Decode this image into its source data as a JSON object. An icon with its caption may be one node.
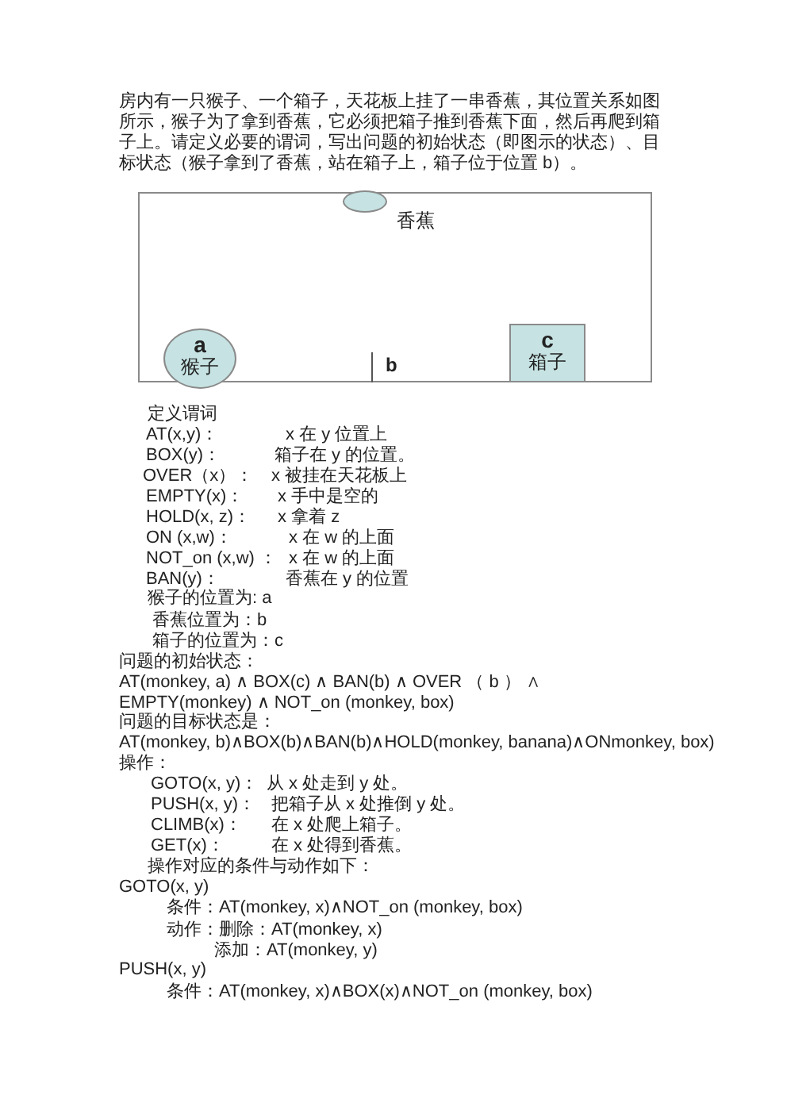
{
  "diagram": {
    "nodes": [
      {
        "text": [],
        "shape": "box"
      },
      {
        "text": [],
        "shape": "ellipse",
        "beside": [
          "香蕉"
        ],
        "in": 0
      },
      {
        "text": [
          "a",
          "猴子"
        ],
        "in": 0
      },
      {
        "text": [
          "c",
          "箱子"
        ],
        "in": 0
      }
    ],
    "labels": [
      "房内有一只猴子、一个箱子，天花板上挂了一串香蕉，其位置关系如图所示，猴子为了拿到香蕉，它必须把箱子推到香蕉下面，然后再爬到箱子上。请定义必要的谓词，写出问题的初始状态（即图示的状态）、目标状态（猴子拿到了香蕉，站在箱子上，箱子位于位置 b）。",
      "b",
      "定义谓词",
      "AT(x,y)：",
      "x 在 y 位置上",
      "BOX(y)：",
      "箱子在 y 的位置。",
      "OVER（x）：",
      "x 被挂在天花板上",
      "EMPTY(x)：",
      "x 手中是空的",
      "HOLD(x, z)：",
      "x 拿着 z",
      "ON (x,w)：",
      "x 在 w 的上面",
      "NOT_on (x,w) ：",
      "x 在 w 的上面",
      "BAN(y)：",
      "香蕉在 y 的位置",
      "猴子的位置为: a",
      "香蕉位置为：b",
      "箱子的位置为：c",
      "问题的初始状态：",
      "AT(monkey,  a) ∧ BOX(c)   ∧ BAN(b)   ∧ OVER （ b ） ∧ EMPTY(monkey) ∧ NOT_on (monkey, box)",
      "问题的目标状态是：",
      "AT(monkey, b)∧BOX(b)∧BAN(b)∧HOLD(monkey, banana)∧ONmonkey, box)",
      "操作：",
      "GOTO(x, y)：",
      "从 x 处走到 y 处。",
      "PUSH(x, y)：",
      "把箱子从 x 处推倒 y 处。",
      "CLIMB(x)：",
      "在 x 处爬上箱子。",
      "GET(x)：",
      "在 x 处得到香蕉。",
      "操作对应的条件与动作如下：",
      "GOTO(x, y)",
      "条件：AT(monkey, x)∧NOT_on (monkey, box)",
      "动作：删除：AT(monkey, x)",
      "添加：AT(monkey, y)",
      "PUSH(x, y)",
      "条件：AT(monkey, x)∧BOX(x)∧NOT_on (monkey, box)"
    ]
  }
}
